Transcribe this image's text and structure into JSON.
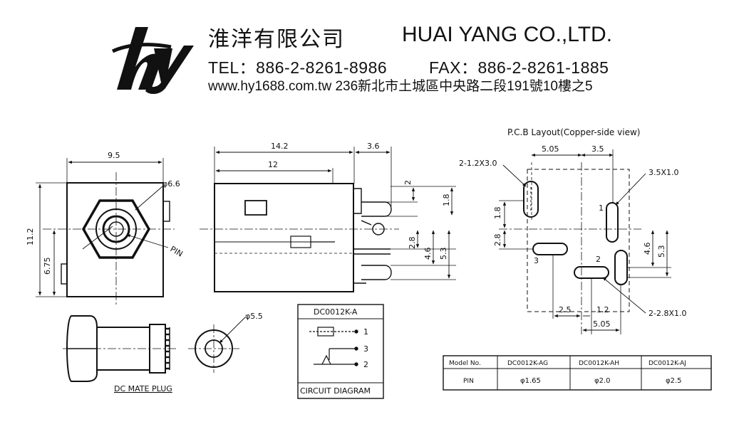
{
  "header": {
    "logo_text": "hy",
    "company_name_zh": "淮洋有限公司",
    "company_name_en": "HUAI YANG CO.,LTD.",
    "tel": "TEL：886-2-8261-8986",
    "fax": "FAX：886-2-8261-1885",
    "website_address": "www.hy1688.com.tw  236新北市土城區中央路二段191號10樓之5"
  },
  "front_view": {
    "dim_width": "9.5",
    "dim_height": "11.2",
    "dim_center": "6.75",
    "dim_hole": "φ6.6",
    "pin_label": "PIN"
  },
  "side_view": {
    "dim_total": "14.2",
    "dim_body": "12",
    "dim_pin_extent": "3.6",
    "dim_2": "2",
    "dim_1_8": "1.8",
    "dim_2_8": "2.8",
    "dim_4_6": "4.6",
    "dim_5_3": "5.3"
  },
  "pcb_layout": {
    "title": "P.C.B Layout(Copper-side view)",
    "dim_5_05_top": "5.05",
    "dim_3_5_top": "3.5",
    "slot_label_left": "2-1.2X3.0",
    "slot_label_right": "3.5X1.0",
    "dim_1_8": "1.8",
    "dim_2_8": "2.8",
    "dim_4_6": "4.6",
    "dim_5_3": "5.3",
    "pin1": "1",
    "pin2": "2",
    "pin3": "3",
    "dim_2_5": "2.5",
    "dim_1_2": "1.2",
    "dim_5_05_bottom": "5.05",
    "slot_label_bottom": "2-2.8X1.0"
  },
  "plug": {
    "caption": "DC MATE PLUG",
    "dim_hole": "φ5.5"
  },
  "circuit": {
    "title": "DC0012K-A",
    "pin1": "1",
    "pin2": "2",
    "pin3": "3",
    "caption": "CIRCUIT DIAGRAM"
  },
  "model_table": {
    "headers": [
      "Model No.",
      "DC0012K-AG",
      "DC0012K-AH",
      "DC0012K-AJ"
    ],
    "rows": [
      [
        "PIN",
        "φ1.65",
        "φ2.0",
        "φ2.5"
      ]
    ]
  }
}
